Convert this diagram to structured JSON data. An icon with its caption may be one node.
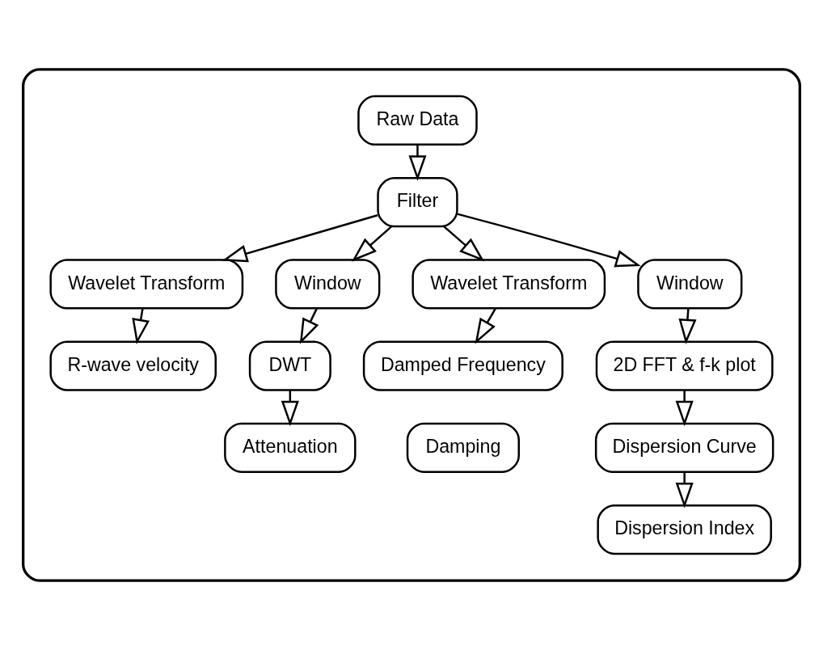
{
  "diagram": {
    "nodes": [
      {
        "text": [],
        "shape": "box"
      },
      {
        "text": [
          "Raw Data"
        ],
        "in": 0
      },
      {
        "text": [
          "Filter"
        ],
        "in": 0
      },
      {
        "text": [
          "Wavelet Transform"
        ],
        "in": 0
      },
      {
        "text": [
          "R-wave velocity"
        ],
        "in": 0
      },
      {
        "text": [
          "Window"
        ],
        "in": 0
      },
      {
        "text": [
          "DWT"
        ],
        "in": 0
      },
      {
        "text": [
          "Attenuation"
        ],
        "in": 0
      },
      {
        "text": [
          "Wavelet Transform"
        ],
        "in": 0
      },
      {
        "text": [
          "Damped Frequency"
        ],
        "in": 0
      },
      {
        "text": [
          "Damping"
        ],
        "in": 0
      },
      {
        "text": [
          "Window"
        ],
        "in": 0
      },
      {
        "text": [
          "2D FFT & f-k plot"
        ],
        "in": 0
      },
      {
        "text": [
          "Dispersion Curve"
        ],
        "in": 0
      },
      {
        "text": [
          "Dispersion Index"
        ],
        "in": 0
      }
    ],
    "edges": [
      {
        "from": 1,
        "to": 2,
        "arrow": "to"
      },
      {
        "from": 2,
        "to": 3,
        "arrow": "to"
      },
      {
        "from": 2,
        "to": 5,
        "arrow": "to"
      },
      {
        "from": 2,
        "to": 8,
        "arrow": "to"
      },
      {
        "from": 2,
        "to": 11,
        "arrow": "to"
      },
      {
        "from": 3,
        "to": 4,
        "arrow": "to"
      },
      {
        "from": 5,
        "to": 6,
        "arrow": "to"
      },
      {
        "from": 6,
        "to": 7,
        "arrow": "to"
      },
      {
        "from": 8,
        "to": 9,
        "arrow": "to"
      },
      {
        "from": 11,
        "to": 12,
        "arrow": "to"
      },
      {
        "from": 12,
        "to": 13,
        "arrow": "to"
      },
      {
        "from": 13,
        "to": 14,
        "arrow": "to"
      }
    ]
  }
}
